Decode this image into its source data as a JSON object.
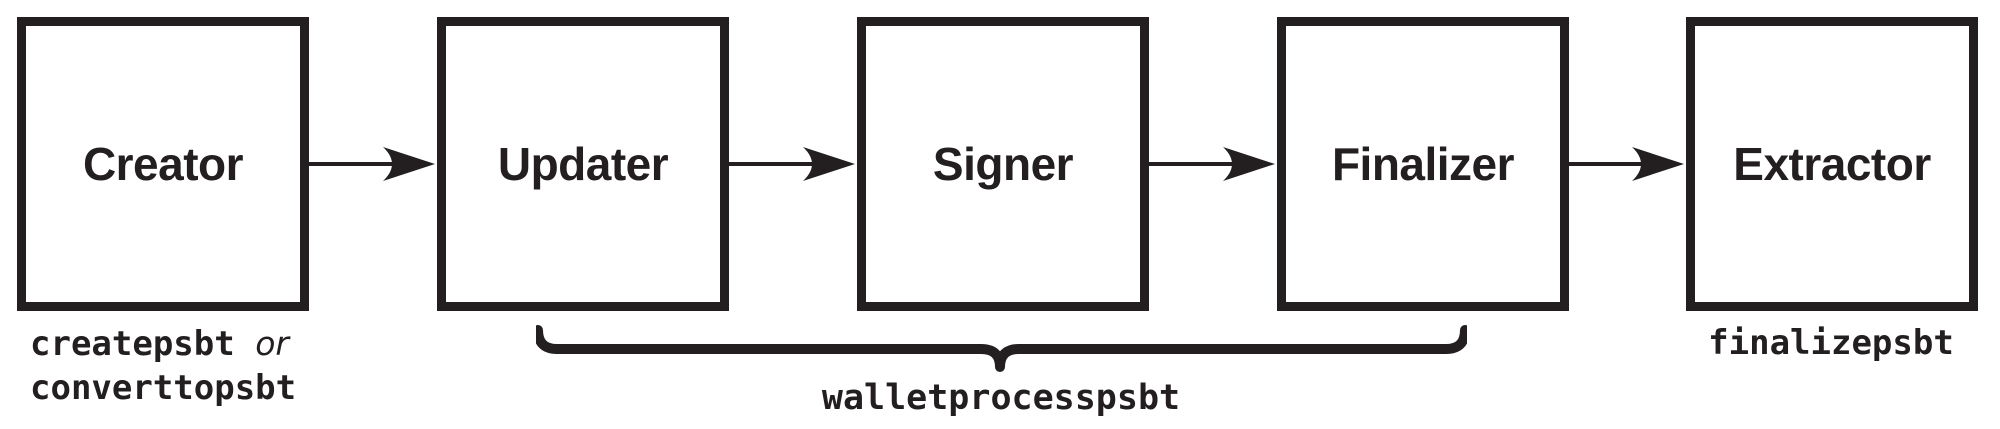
{
  "diagram": {
    "colors": {
      "ink": "#231f20",
      "background": "#ffffff"
    },
    "boxes": [
      {
        "label": "Creator"
      },
      {
        "label": "Updater"
      },
      {
        "label": "Signer"
      },
      {
        "label": "Finalizer"
      },
      {
        "label": "Extractor"
      }
    ],
    "icons": {
      "flow_arrow": "→",
      "span_brace": "⏟"
    },
    "captions": {
      "creator": {
        "code_option_a": "createpsbt",
        "conjunction": "or",
        "code_option_b": "converttopsbt"
      },
      "wallet_brace": {
        "code": "walletprocesspsbt"
      },
      "extractor": {
        "code": "finalizepsbt"
      }
    }
  }
}
